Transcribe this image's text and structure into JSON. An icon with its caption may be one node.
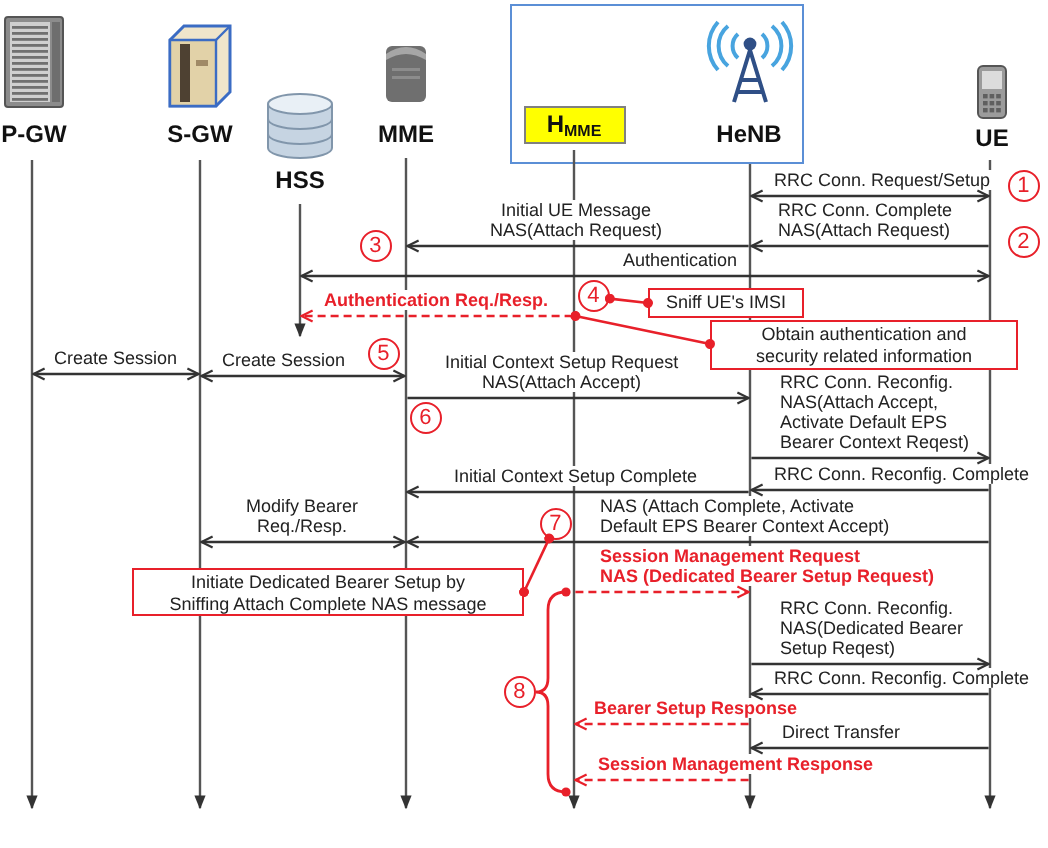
{
  "diagram": {
    "nodes": [
      {
        "text": [
          "P-GW"
        ]
      },
      {
        "text": [
          "S-GW"
        ]
      },
      {
        "text": [
          "HSS"
        ]
      },
      {
        "text": [
          "MME"
        ]
      },
      {
        "text": [],
        "shape": "box"
      },
      {
        "text": [
          "H$_{MME}$"
        ],
        "in": 4
      },
      {
        "text": [
          "HeNB"
        ],
        "in": 4
      },
      {
        "text": [
          "UE"
        ]
      },
      {
        "text": [],
        "shape": "bar"
      },
      {
        "text": [],
        "shape": "bar"
      },
      {
        "text": [],
        "shape": "bar"
      },
      {
        "text": [],
        "shape": "bar"
      },
      {
        "text": [],
        "shape": "bar"
      },
      {
        "text": [],
        "shape": "bar"
      },
      {
        "text": [],
        "shape": "bar"
      },
      {
        "text": [
          "1"
        ]
      },
      {
        "text": [
          "2"
        ]
      },
      {
        "text": [
          "3"
        ]
      },
      {
        "text": [
          "4"
        ]
      },
      {
        "text": [
          "Sniff UE's IMSI"
        ]
      },
      {
        "text": [
          "Obtain authentication and security related information"
        ]
      },
      {
        "text": [
          "5"
        ]
      },
      {
        "text": [
          "6"
        ]
      },
      {
        "text": [
          "7"
        ]
      },
      {
        "text": [
          "Initiate Dedicated Bearer Setup by Sniffing Attach Complete NAS message"
        ]
      },
      {
        "text": [
          "8"
        ]
      }
    ],
    "edges": [
      {
        "from": 13,
        "to": 14,
        "arrow": "both",
        "label": "RRC Conn. Request/Setup"
      },
      {
        "from": 14,
        "to": 13,
        "arrow": "to",
        "label": "RRC Conn. Complete NAS(Attach Request)"
      },
      {
        "from": 13,
        "to": 11,
        "arrow": "to",
        "label": "Initial UE Message NAS(Attach Request)"
      },
      {
        "from": 10,
        "to": 14,
        "arrow": "both",
        "label": "Authentication"
      },
      {
        "from": 12,
        "to": 10,
        "arrow": "to",
        "label": "Authentication Req./Resp.",
        "style": "dashed",
        "color": "#e8202a"
      },
      {
        "from": 19,
        "to": 18,
        "arrow": "other",
        "color": "#e8202a"
      },
      {
        "from": 20,
        "to": 12,
        "arrow": "other",
        "color": "#e8202a"
      },
      {
        "from": 8,
        "to": 9,
        "arrow": "both",
        "label": "Create Session"
      },
      {
        "from": 9,
        "to": 11,
        "arrow": "both",
        "label": "Create Session"
      },
      {
        "from": 11,
        "to": 13,
        "arrow": "to",
        "label": "Initial Context Setup Request NAS(Attach Accept)"
      },
      {
        "from": 13,
        "to": 14,
        "arrow": "to",
        "label": "RRC Conn. Reconfig. NAS(Attach Accept, Activate Default EPS Bearer Context Reqest)"
      },
      {
        "from": 14,
        "to": 13,
        "arrow": "to",
        "label": "RRC Conn. Reconfig. Complete"
      },
      {
        "from": 13,
        "to": 11,
        "arrow": "to",
        "label": "Initial Context Setup Complete"
      },
      {
        "from": 9,
        "to": 11,
        "arrow": "both",
        "label": "Modify Bearer Req./Resp."
      },
      {
        "from": 14,
        "to": 11,
        "arrow": "to",
        "label": "NAS (Attach Complete, Activate Default EPS Bearer Context Accept)"
      },
      {
        "from": 24,
        "to": 23,
        "arrow": "other",
        "color": "#e8202a"
      },
      {
        "from": 12,
        "to": 13,
        "arrow": "to",
        "label": "Session Management Request NAS (Dedicated Bearer Setup Request)",
        "style": "dashed",
        "color": "#e8202a"
      },
      {
        "from": 13,
        "to": 14,
        "arrow": "to",
        "label": "RRC Conn. Reconfig. NAS(Dedicated Bearer Setup Reqest)"
      },
      {
        "from": 14,
        "to": 13,
        "arrow": "to",
        "label": "RRC Conn. Reconfig. Complete"
      },
      {
        "from": 13,
        "to": 12,
        "arrow": "to",
        "label": "Bearer Setup Response",
        "style": "dashed",
        "color": "#e8202a"
      },
      {
        "from": 14,
        "to": 13,
        "arrow": "to",
        "label": "Direct Transfer"
      },
      {
        "from": 13,
        "to": 12,
        "arrow": "to",
        "label": "Session Management Response",
        "style": "dashed",
        "color": "#e8202a"
      }
    ]
  }
}
